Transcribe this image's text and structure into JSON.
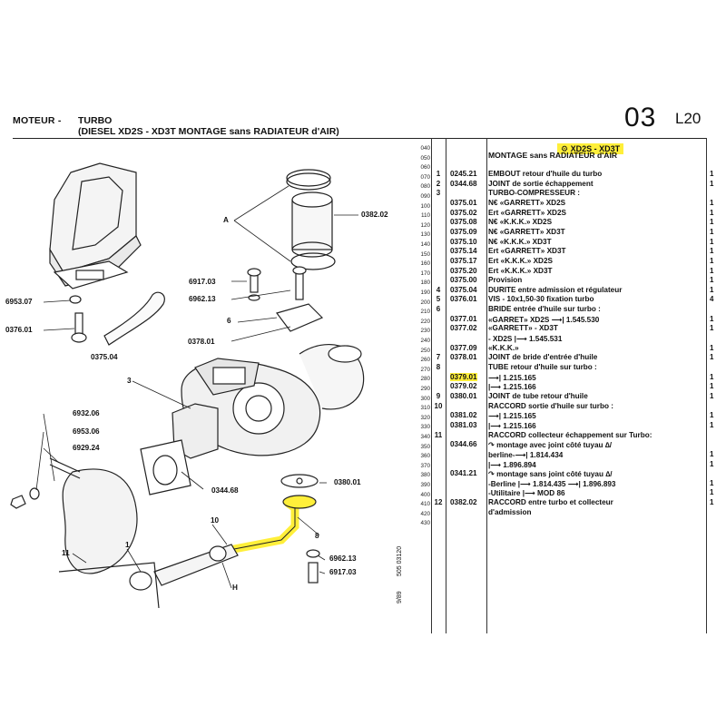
{
  "header": {
    "section": "MOTEUR -",
    "title_line1": "TURBO",
    "title_line2": "(DIESEL XD2S - XD3T MONTAGE sans RADIATEUR d'AIR)",
    "page_number": "03",
    "page_code": "L20"
  },
  "parts_list": {
    "heading": "XD2S - XD3T",
    "subheading": "MONTAGE sans RADIATEUR d'AIR",
    "row_codes": [
      "040",
      "050",
      "060",
      "070",
      "080",
      "090",
      "100",
      "110",
      "120",
      "130",
      "140",
      "150",
      "160",
      "170",
      "180",
      "190",
      "200",
      "210",
      "220",
      "230",
      "240",
      "250",
      "260",
      "270",
      "280",
      "290",
      "300",
      "310",
      "320",
      "330",
      "340",
      "350",
      "360",
      "370",
      "380",
      "390",
      "400",
      "410",
      "420",
      "430"
    ],
    "rows": [
      {
        "idx": "1",
        "ref": "0245.21",
        "desc": "EMBOUT retour d'huile du turbo",
        "qty": "1"
      },
      {
        "idx": "2",
        "ref": "0344.68",
        "desc": "JOINT de sortie échappement",
        "qty": "1"
      },
      {
        "idx": "3",
        "ref": "",
        "desc": "TURBO-COMPRESSEUR :",
        "qty": ""
      },
      {
        "idx": "",
        "ref": "0375.01",
        "desc": "N€ «GARRETT» XD2S",
        "qty": "1"
      },
      {
        "idx": "",
        "ref": "0375.02",
        "desc": "Ert «GARRETT» XD2S",
        "qty": "1"
      },
      {
        "idx": "",
        "ref": "0375.08",
        "desc": "N€ «K.K.K.» XD2S",
        "qty": "1"
      },
      {
        "idx": "",
        "ref": "0375.09",
        "desc": "N€ «GARRETT» XD3T",
        "qty": "1"
      },
      {
        "idx": "",
        "ref": "0375.10",
        "desc": "N€ «K.K.K.» XD3T",
        "qty": "1"
      },
      {
        "idx": "",
        "ref": "0375.14",
        "desc": "Ert «GARRETT» XD3T",
        "qty": "1"
      },
      {
        "idx": "",
        "ref": "0375.17",
        "desc": "Ert «K.K.K.» XD2S",
        "qty": "1"
      },
      {
        "idx": "",
        "ref": "0375.20",
        "desc": "Ert «K.K.K.» XD3T",
        "qty": "1"
      },
      {
        "idx": "",
        "ref": "0375.00",
        "desc": "Provision",
        "qty": "1"
      },
      {
        "idx": "4",
        "ref": "0375.04",
        "desc": "DURITE entre admission et régulateur",
        "qty": "1"
      },
      {
        "idx": "5",
        "ref": "0376.01",
        "desc": "VIS - 10x1,50-30 fixation turbo",
        "qty": "4"
      },
      {
        "idx": "6",
        "ref": "",
        "desc": "BRIDE entrée d'huile sur turbo :",
        "qty": ""
      },
      {
        "idx": "",
        "ref": "0377.01",
        "desc": "«GARRET» XD2S ⟶| 1.545.530",
        "qty": "1"
      },
      {
        "idx": "",
        "ref": "0377.02",
        "desc": "«GARRETT» - XD3T",
        "qty": "1"
      },
      {
        "idx": "",
        "ref": "",
        "desc": "- XD2S |⟶ 1.545.531",
        "qty": ""
      },
      {
        "idx": "",
        "ref": "0377.09",
        "desc": "«K.K.K.»",
        "qty": "1"
      },
      {
        "idx": "7",
        "ref": "0378.01",
        "desc": "JOINT de bride d'entrée d'huile",
        "qty": "1"
      },
      {
        "idx": "8",
        "ref": "",
        "desc": "TUBE retour d'huile sur turbo :",
        "qty": ""
      },
      {
        "idx": "",
        "ref": "0379.01",
        "desc": "⟶| 1.215.165",
        "qty": "1"
      },
      {
        "idx": "",
        "ref": "0379.02",
        "desc": "|⟶ 1.215.166",
        "qty": "1"
      },
      {
        "idx": "9",
        "ref": "0380.01",
        "desc": "JOINT de tube retour d'huile",
        "qty": "1"
      },
      {
        "idx": "10",
        "ref": "",
        "desc": "RACCORD sortie d'huile sur turbo :",
        "qty": ""
      },
      {
        "idx": "",
        "ref": "0381.02",
        "desc": "⟶| 1.215.165",
        "qty": "1"
      },
      {
        "idx": "",
        "ref": "0381.03",
        "desc": "|⟶ 1.215.166",
        "qty": "1"
      },
      {
        "idx": "11",
        "ref": "",
        "desc": "RACCORD collecteur échappement sur Turbo:",
        "qty": ""
      },
      {
        "idx": "",
        "ref": "0344.66",
        "desc": "↷ montage avec joint côté tuyau ∆/",
        "qty": ""
      },
      {
        "idx": "",
        "ref": "",
        "desc": "berline-⟶| 1.814.434",
        "qty": "1"
      },
      {
        "idx": "",
        "ref": "",
        "desc": "|⟶ 1.896.894",
        "qty": "1"
      },
      {
        "idx": "",
        "ref": "0341.21",
        "desc": "↷ montage sans joint côté tuyau ∆/",
        "qty": ""
      },
      {
        "idx": "",
        "ref": "",
        "desc": "-Berline |⟶ 1.814.435 ⟶| 1.896.893",
        "qty": "1"
      },
      {
        "idx": "",
        "ref": "",
        "desc": "-Utilitaire |⟶ MOD 86",
        "qty": "1"
      },
      {
        "idx": "12",
        "ref": "0382.02",
        "desc": "RACCORD entre turbo et collecteur",
        "qty": "1"
      },
      {
        "idx": "",
        "ref": "",
        "desc": "d'admission",
        "qty": ""
      }
    ]
  },
  "diagram_labels": {
    "a": "A",
    "p0382": "0382.02",
    "p6917a": "6917.03",
    "p6962a": "6962.13",
    "p6953a": "6953.07",
    "p0376": "0376.01",
    "p0375": "0375.04",
    "p6": "6",
    "p0378": "0378.01",
    "p3": "3",
    "p6932": "6932.06",
    "p6953b": "6953.06",
    "p6929": "6929.24",
    "p0344": "0344.68",
    "p0380": "0380.01",
    "p10": "10",
    "p8": "8",
    "p1": "1",
    "p11": "11",
    "p6962b": "6962.13",
    "p6917b": "6917.03",
    "h": "H"
  },
  "side_text": {
    "date": "9/89",
    "code": "505 03120"
  },
  "colors": {
    "highlight": "#ffef3a"
  }
}
